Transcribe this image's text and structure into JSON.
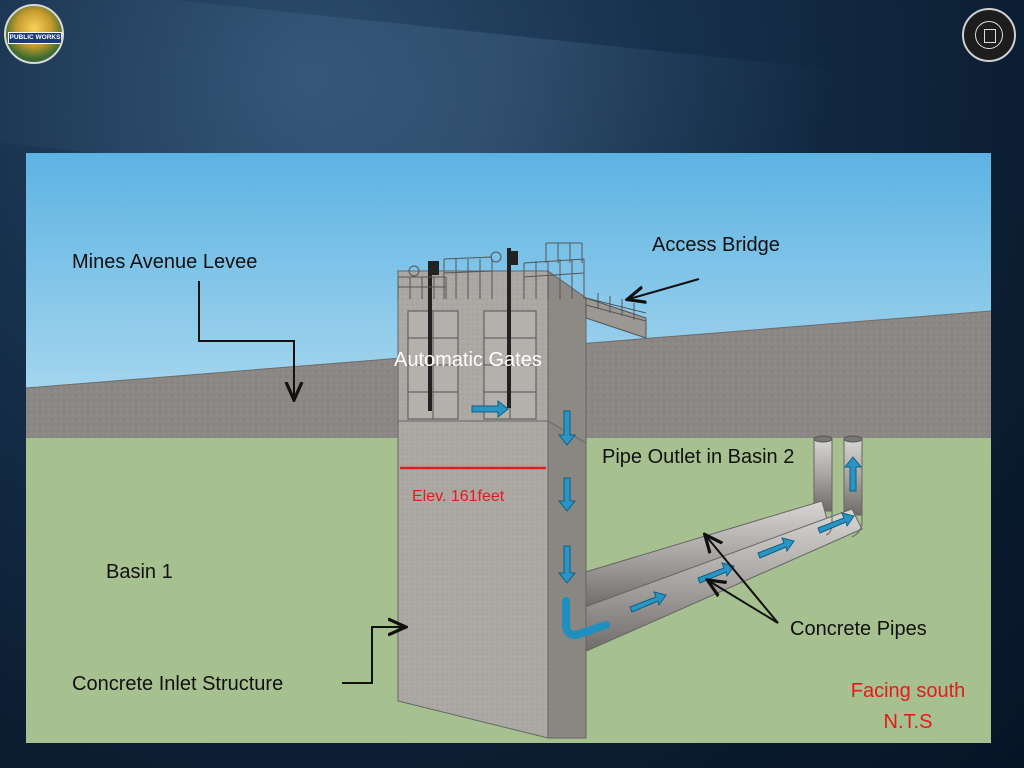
{
  "logos": {
    "left_text": "PUBLIC WORKS"
  },
  "diagram": {
    "labels": {
      "mines_avenue_levee": "Mines Avenue Levee",
      "access_bridge": "Access Bridge",
      "automatic_gates": "Automatic Gates",
      "pipe_outlet": "Pipe Outlet in Basin 2",
      "elevation": "Elev. 161feet",
      "basin_1": "Basin 1",
      "concrete_pipes": "Concrete Pipes",
      "concrete_inlet_structure": "Concrete Inlet Structure",
      "facing": "Facing south",
      "nts": "N.T.S"
    },
    "colors": {
      "sky": "#7cc3e6",
      "ground": "#a7c08f",
      "levee": "#8a8684",
      "concrete": "#aaa6a2",
      "flow_arrow": "#1f8fbf",
      "elevation_line": "#e31b1b"
    }
  }
}
